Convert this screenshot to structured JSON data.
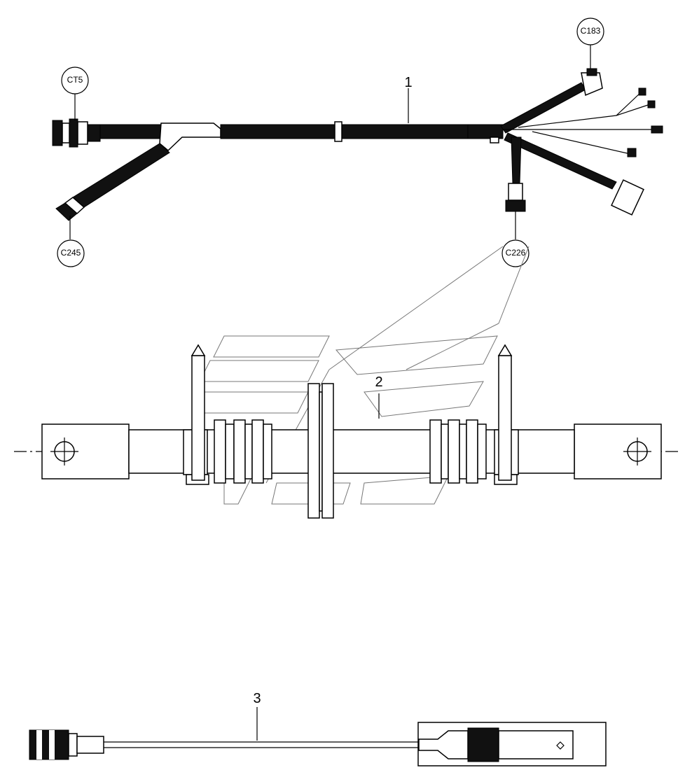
{
  "callouts": {
    "ct5": "CT5",
    "c183": "C183",
    "c245": "C245",
    "c226": "C226"
  },
  "items": {
    "item1": "1",
    "item2": "2",
    "item3": "3"
  }
}
